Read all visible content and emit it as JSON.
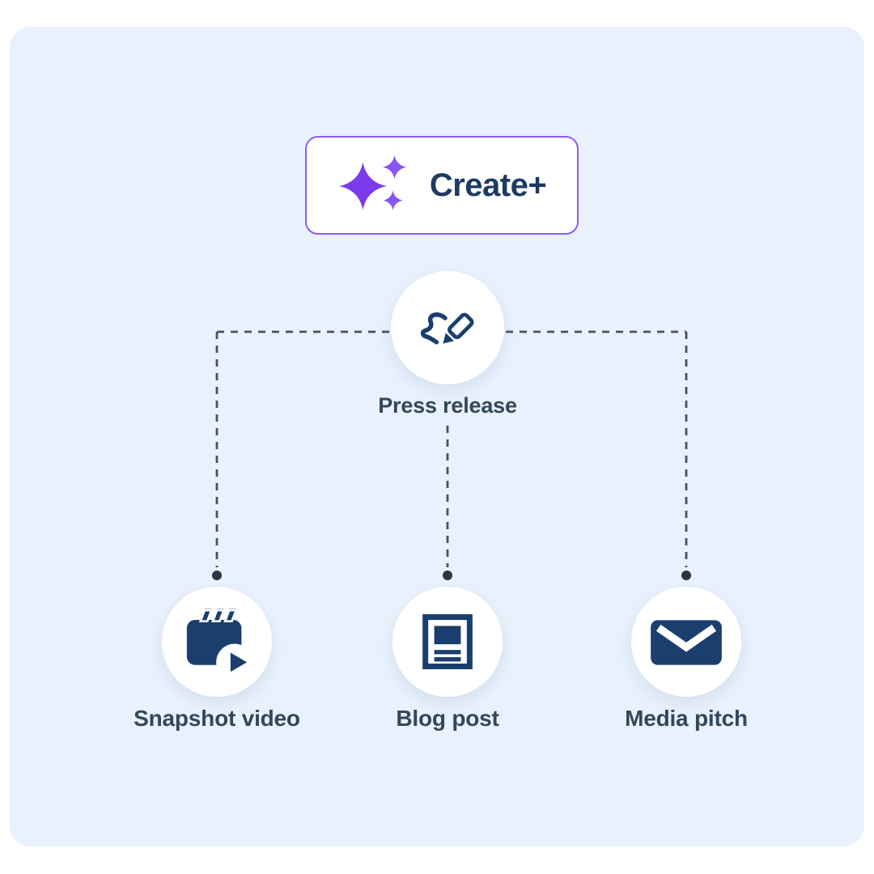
{
  "diagram": {
    "root_node": {
      "label": "Create+",
      "icon": "sparkles-icon"
    },
    "parent_node": {
      "label": "Press release",
      "icon": "pen-scribble-icon"
    },
    "child_nodes": [
      {
        "label": "Snapshot video",
        "icon": "video-clapper-icon"
      },
      {
        "label": "Blog post",
        "icon": "article-icon"
      },
      {
        "label": "Media pitch",
        "icon": "envelope-icon"
      }
    ]
  },
  "colors": {
    "page_background": "#FFFFFF",
    "panel_background": "#E8F1FC",
    "node_background": "#FFFFFF",
    "accent_purple_border": "#8B5CF6",
    "sparkle_purple": "#7C3AED",
    "sparkle_purple_light": "#8A53F3",
    "icon_navy": "#1A3E6E",
    "brand_text_navy": "#1E3A62",
    "label_slate": "#33475B",
    "connector_gray": "#47525E",
    "dot_dark": "#2B3440"
  }
}
